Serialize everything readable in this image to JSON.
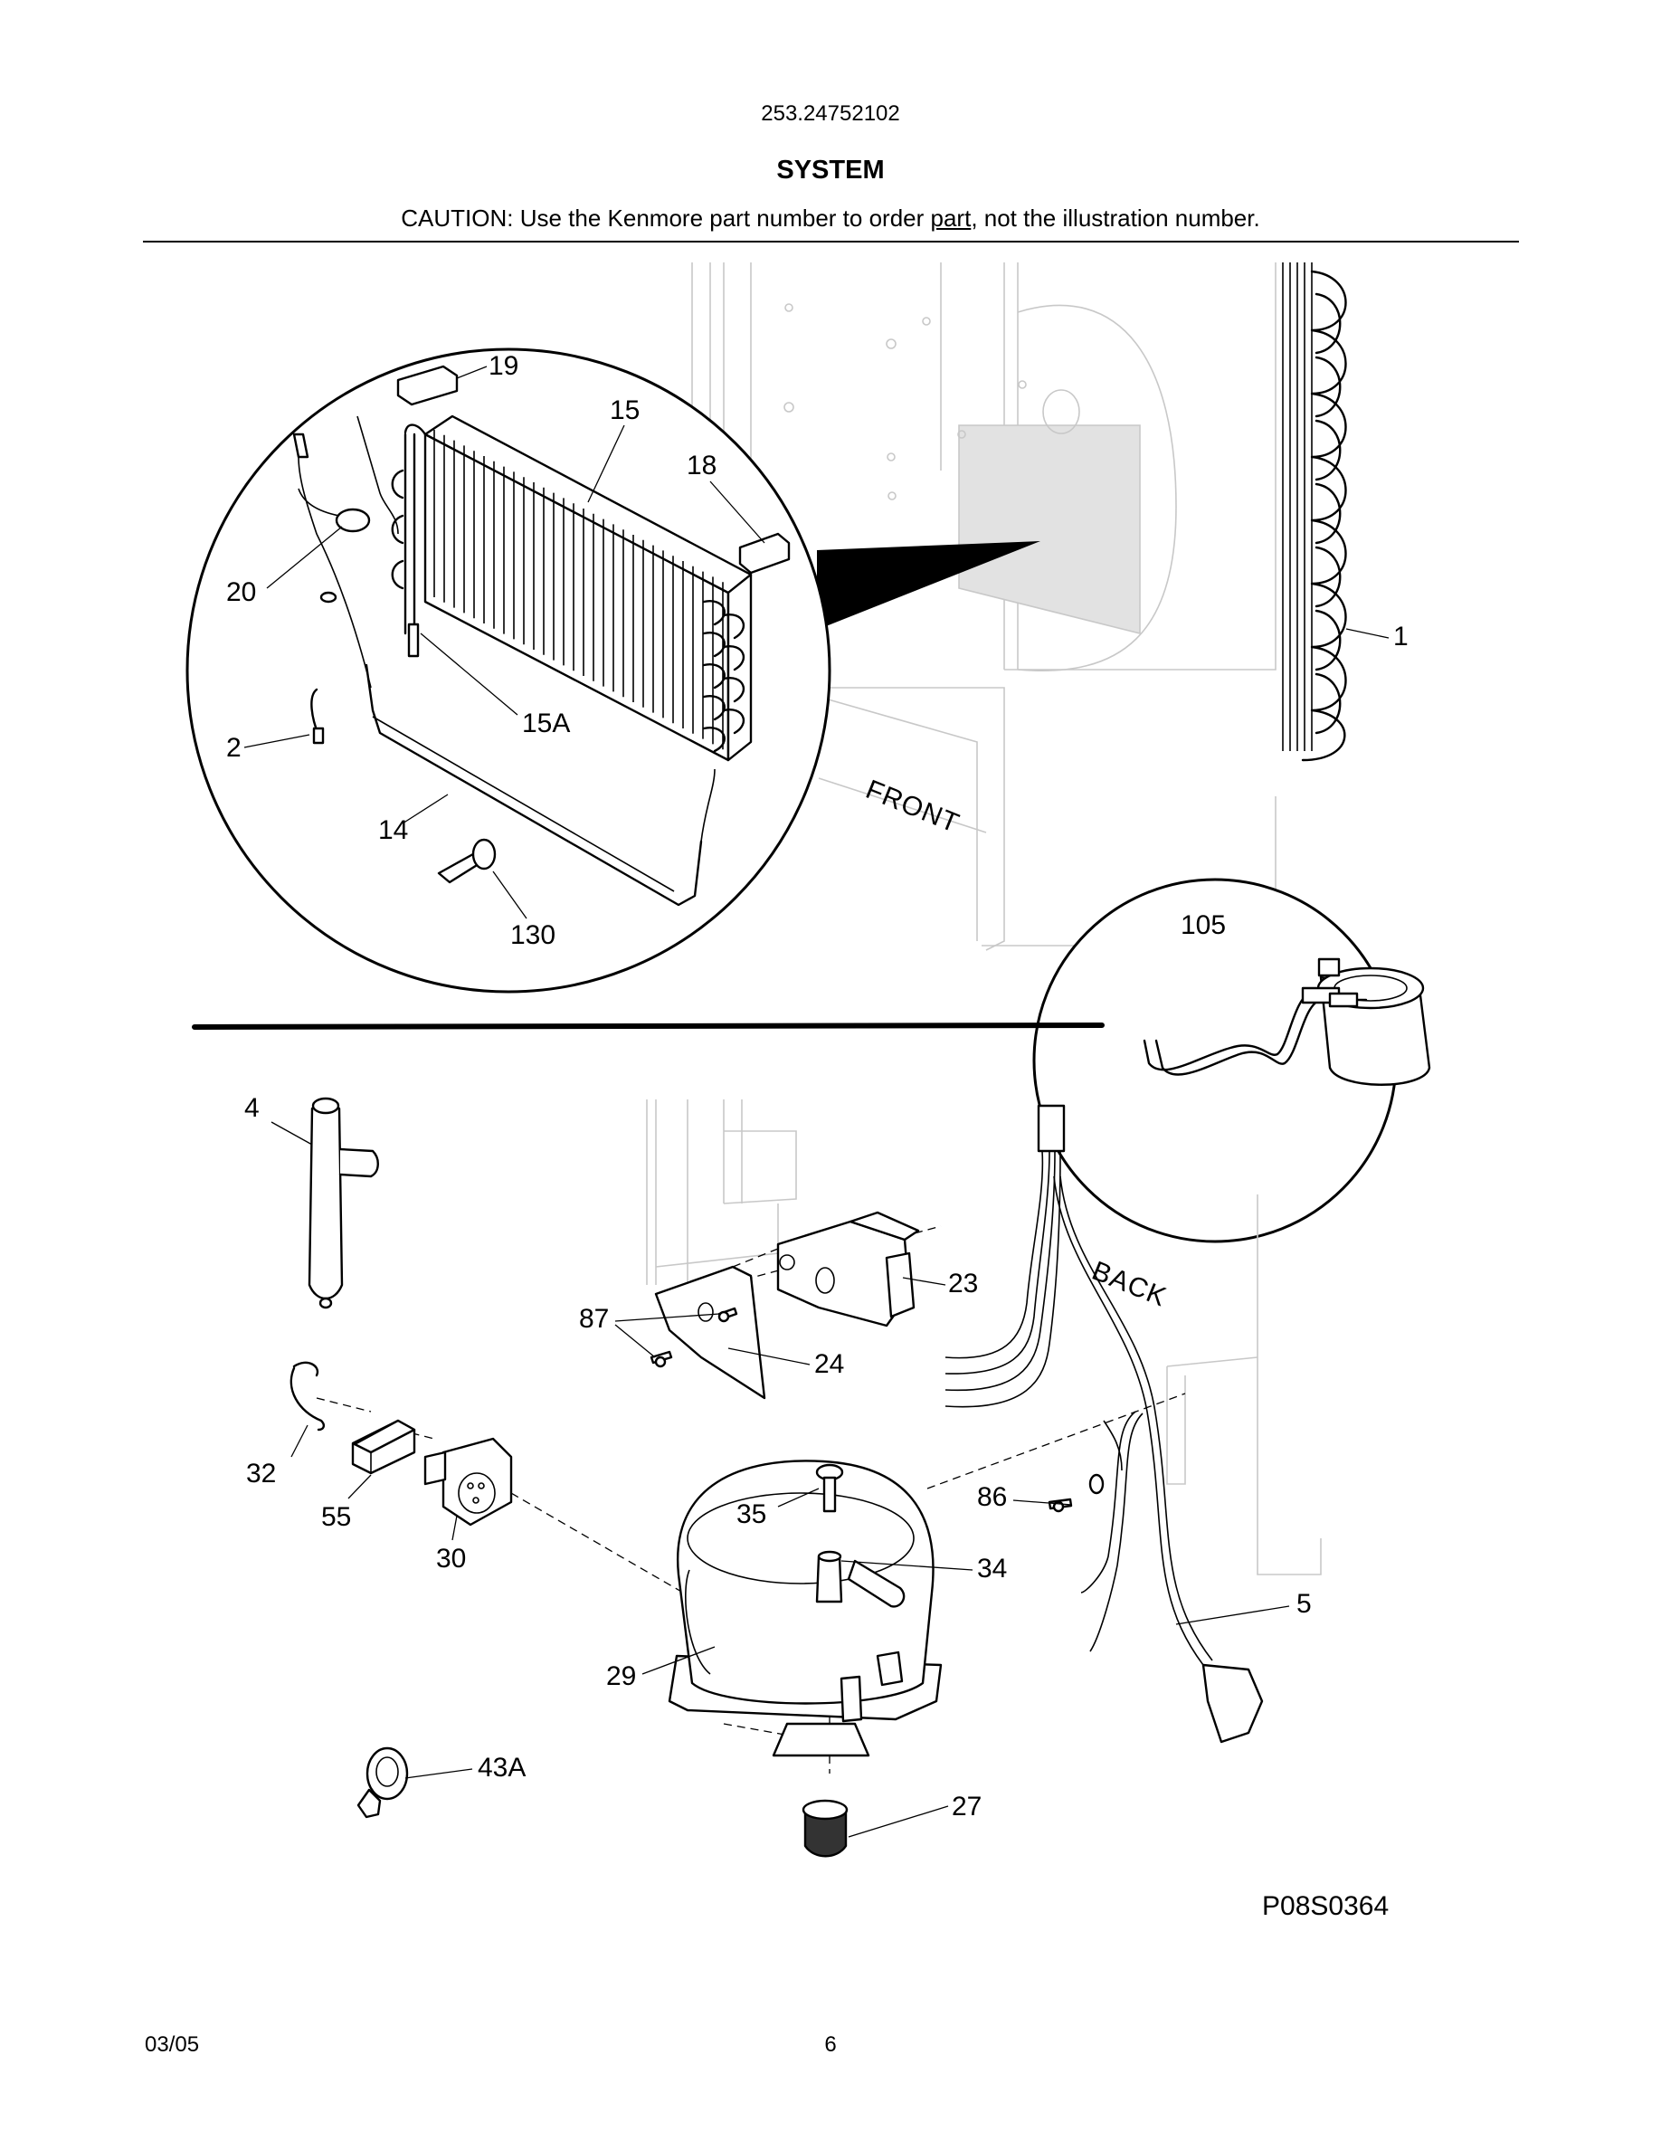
{
  "header": {
    "model_number": "253.24752102",
    "title": "SYSTEM",
    "caution_prefix": "CAUTION: Use the Kenmore part number to order ",
    "caution_underlined": "part",
    "caution_suffix": ", not the illustration number."
  },
  "diagram": {
    "labels": {
      "p19": "19",
      "p15": "15",
      "p18": "18",
      "p20": "20",
      "p15a": "15A",
      "p2": "2",
      "p14": "14",
      "p130": "130",
      "p1": "1",
      "p105": "105",
      "p4": "4",
      "p23": "23",
      "p87": "87",
      "p24": "24",
      "p32": "32",
      "p55": "55",
      "p30": "30",
      "p35": "35",
      "p86": "86",
      "p34": "34",
      "p5": "5",
      "p29": "29",
      "p43a": "43A",
      "p27": "27"
    },
    "orientation": {
      "front": "FRONT",
      "back": "BACK"
    },
    "drawing_id": "P08S0364"
  },
  "footer": {
    "date": "03/05",
    "page_number": "6"
  }
}
